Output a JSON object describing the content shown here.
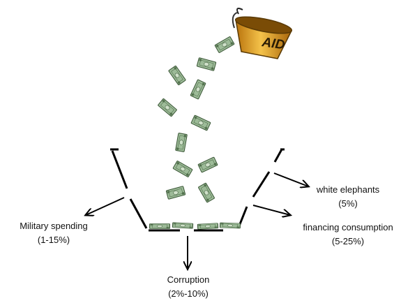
{
  "bucket": {
    "label": "AID",
    "color": "#e6a020"
  },
  "banknote_color": "#8fae8a",
  "outflows": [
    {
      "id": "military",
      "label": "Military spending",
      "range": "(1-15%)"
    },
    {
      "id": "corruption",
      "label": "Corruption",
      "range": "(2%-10%)"
    },
    {
      "id": "white-elephants",
      "label": "white elephants",
      "range": "(5%)"
    },
    {
      "id": "consumption",
      "label": "financing consumption",
      "range": "(5-25%)"
    }
  ]
}
